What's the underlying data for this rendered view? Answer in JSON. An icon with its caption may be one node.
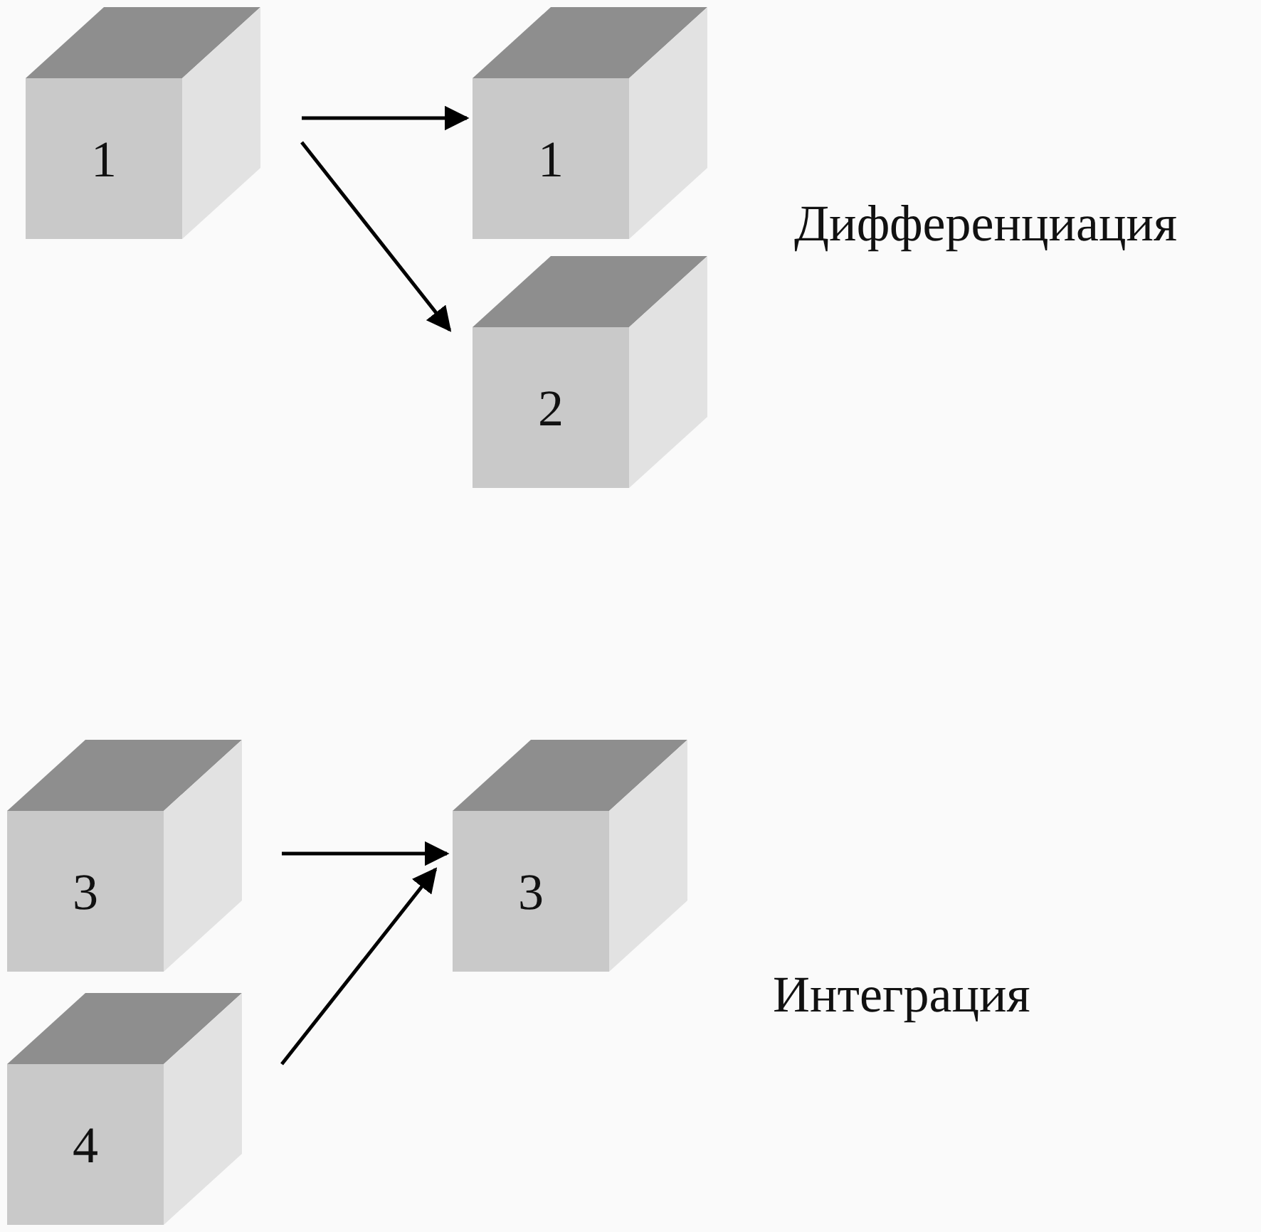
{
  "diagram": {
    "nodes": [
      {
        "text": [
          "1"
        ]
      },
      {
        "text": [
          "1"
        ]
      },
      {
        "text": [
          "2"
        ]
      },
      {
        "text": [
          "3"
        ]
      },
      {
        "text": [
          "4"
        ]
      },
      {
        "text": [
          "3"
        ]
      }
    ],
    "edges": [
      {
        "from": 0,
        "to": 1,
        "arrow": "to"
      },
      {
        "from": 0,
        "to": 2,
        "arrow": "to"
      },
      {
        "from": 3,
        "to": 5,
        "arrow": "to"
      },
      {
        "from": 4,
        "to": 5,
        "arrow": "to"
      }
    ],
    "labels": [
      "Дифференциация",
      "Интеграция"
    ]
  }
}
